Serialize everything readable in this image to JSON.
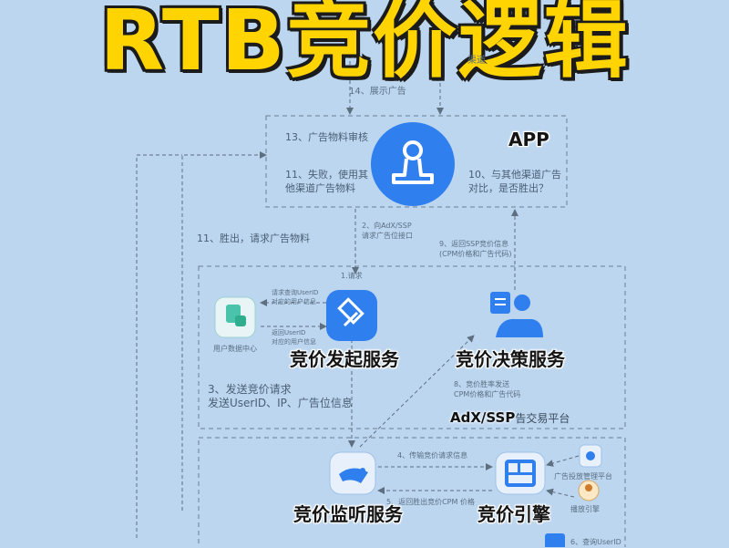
{
  "title": "RTB竞价逻辑",
  "app_label": "APP",
  "platform": {
    "prefix": "AdX/SSP",
    "suffix": "告交易平台"
  },
  "nodes": {
    "bid_start": "竞价发起服务",
    "bid_decision": "竞价决策服务",
    "bid_listen": "竞价监听服务",
    "bid_engine": "竞价引擎",
    "user_center": "用户数据中心",
    "ad_platform": "广告投放管理平台",
    "rank_engine": "播放引擎"
  },
  "steps": {
    "s14": "14、展示广告",
    "s13": "13、广告物料审核",
    "s11_fail": "11、失败，使用其\n他渠道广告物料",
    "s10": "10、与其他渠道广告\n对比，是否胜出？",
    "s11_win": "11、胜出，请求广告物料",
    "s2": "2、向AdX/SSP\n请求广告位接口",
    "s9": "9、返回SSP竞价信息\n(CPM价格和广告代码)",
    "s1": "1.请求",
    "req_user": "请求查询UserID\n对应的用户信息",
    "ret_user": "返回UserID\n对应的用户信息",
    "s3": "3、发送竞价请求\n发送UserID、IP、广告位信息",
    "s8": "8、竞价胜率发送\nCPM价格和广告代码",
    "s4": "4、传输竞价请求信息",
    "s5": "5、返回胜出竞价CPM 价格",
    "s6": "6、查询UserID",
    "top_right": "渠道"
  },
  "colors": {
    "background": "#bcd6f0",
    "accent": "#2f80ed",
    "title": "#ffd400"
  }
}
